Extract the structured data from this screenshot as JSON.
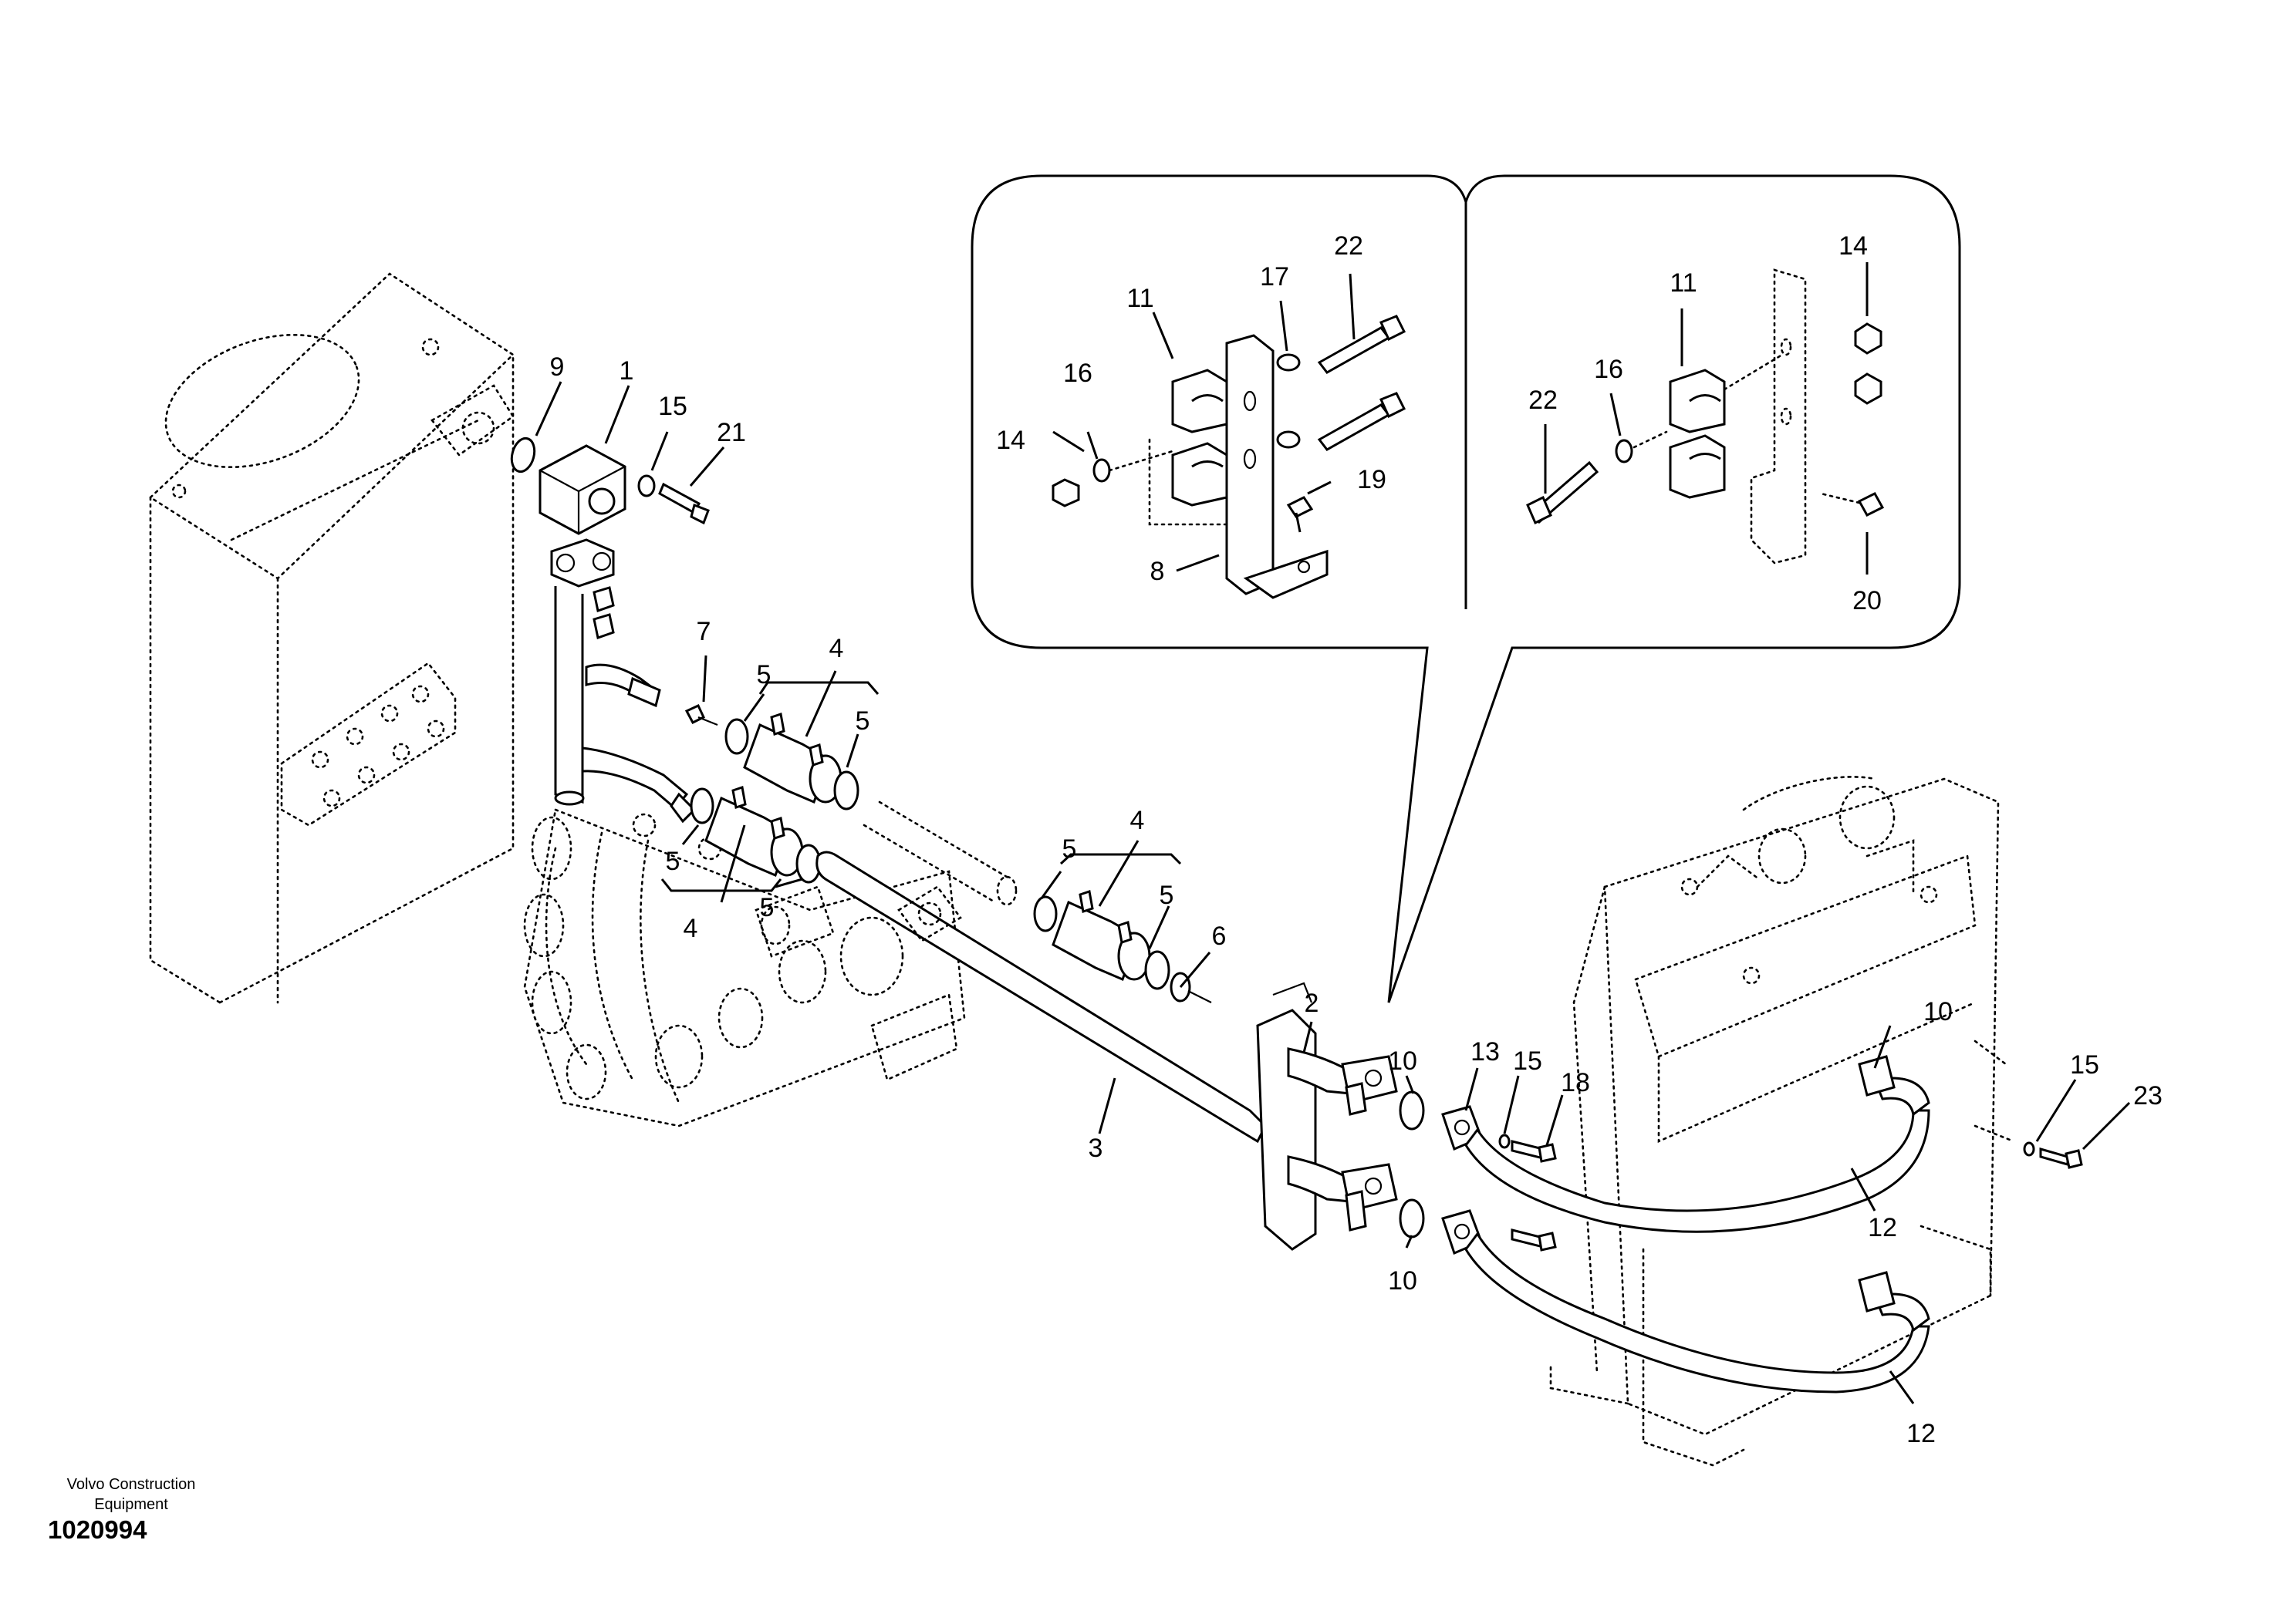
{
  "footer": {
    "brand_line1": "Volvo Construction",
    "brand_line2": "Equipment",
    "drawing_number": "1020994"
  },
  "callouts": {
    "c1": "1",
    "c2": "2",
    "c3": "3",
    "c4a": "4",
    "c4b": "4",
    "c4c": "4",
    "c5a": "5",
    "c5b": "5",
    "c5c": "5",
    "c5d": "5",
    "c5e": "5",
    "c5f": "5",
    "c6": "6",
    "c7": "7",
    "c8": "8",
    "c9": "9",
    "c10a": "10",
    "c10b": "10",
    "c10c": "10",
    "c11a": "11",
    "c11b": "11",
    "c12a": "12",
    "c12b": "12",
    "c13": "13",
    "c14a": "14",
    "c14b": "14",
    "c15a": "15",
    "c15b": "15",
    "c15c": "15",
    "c16a": "16",
    "c16b": "16",
    "c17": "17",
    "c18": "18",
    "c19": "19",
    "c20": "20",
    "c21": "21",
    "c22a": "22",
    "c22b": "22",
    "c23": "23"
  }
}
